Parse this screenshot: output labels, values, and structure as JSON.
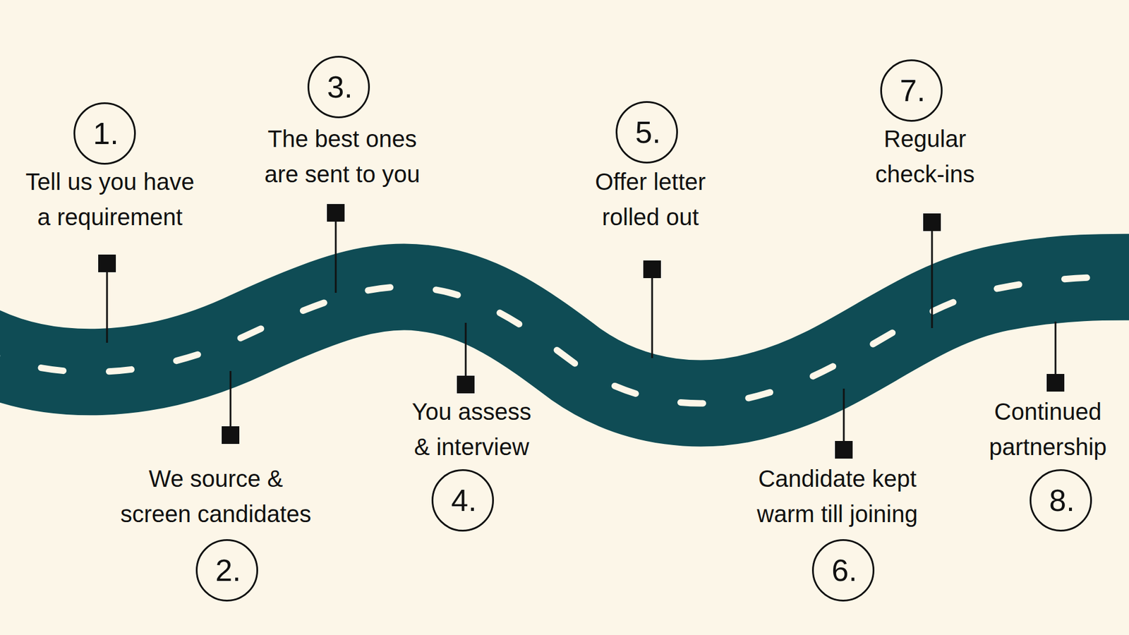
{
  "diagram": {
    "nodes": [
      {
        "text": [
          "1.",
          "Tell us you have a requirement"
        ]
      },
      {
        "text": [
          "2.",
          "We source & screen candidates"
        ]
      },
      {
        "text": [
          "3.",
          "The best ones are sent to you"
        ]
      },
      {
        "text": [
          "4.",
          "You assess & interview"
        ]
      },
      {
        "text": [
          "5.",
          "Offer letter rolled out"
        ]
      },
      {
        "text": [
          "6.",
          "Candidate kept warm till joining"
        ]
      },
      {
        "text": [
          "7.",
          "Regular check-ins"
        ]
      },
      {
        "text": [
          "8.",
          "Continued partnership"
        ]
      }
    ]
  }
}
